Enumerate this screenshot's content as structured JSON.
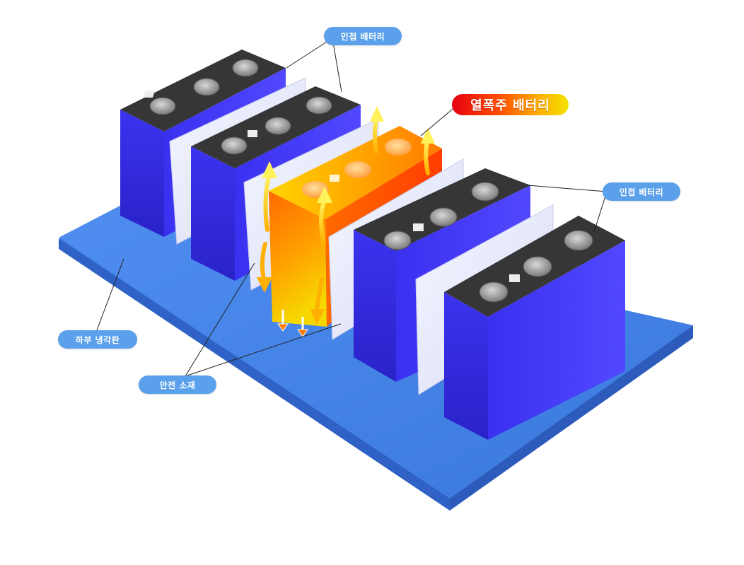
{
  "labels": {
    "adjacent_top": "인접 배터리",
    "thermal_runaway": "열폭주 배터리",
    "adjacent_right": "인접 배터리",
    "cooling_plate": "하부 냉각판",
    "safety_material": "안전 소재"
  },
  "colors": {
    "cell_blue": "#3a2fe0",
    "cell_top": "#3a3a3a",
    "plate_blue": "#3f7de0",
    "label_blue": "#5aa0ea",
    "hot_orange": "#ff6a00",
    "hot_yellow": "#f6d800"
  },
  "icons": [
    "heat-flow-arrow-icon",
    "down-arrow-icon",
    "terminal-icon",
    "vent-icon"
  ]
}
